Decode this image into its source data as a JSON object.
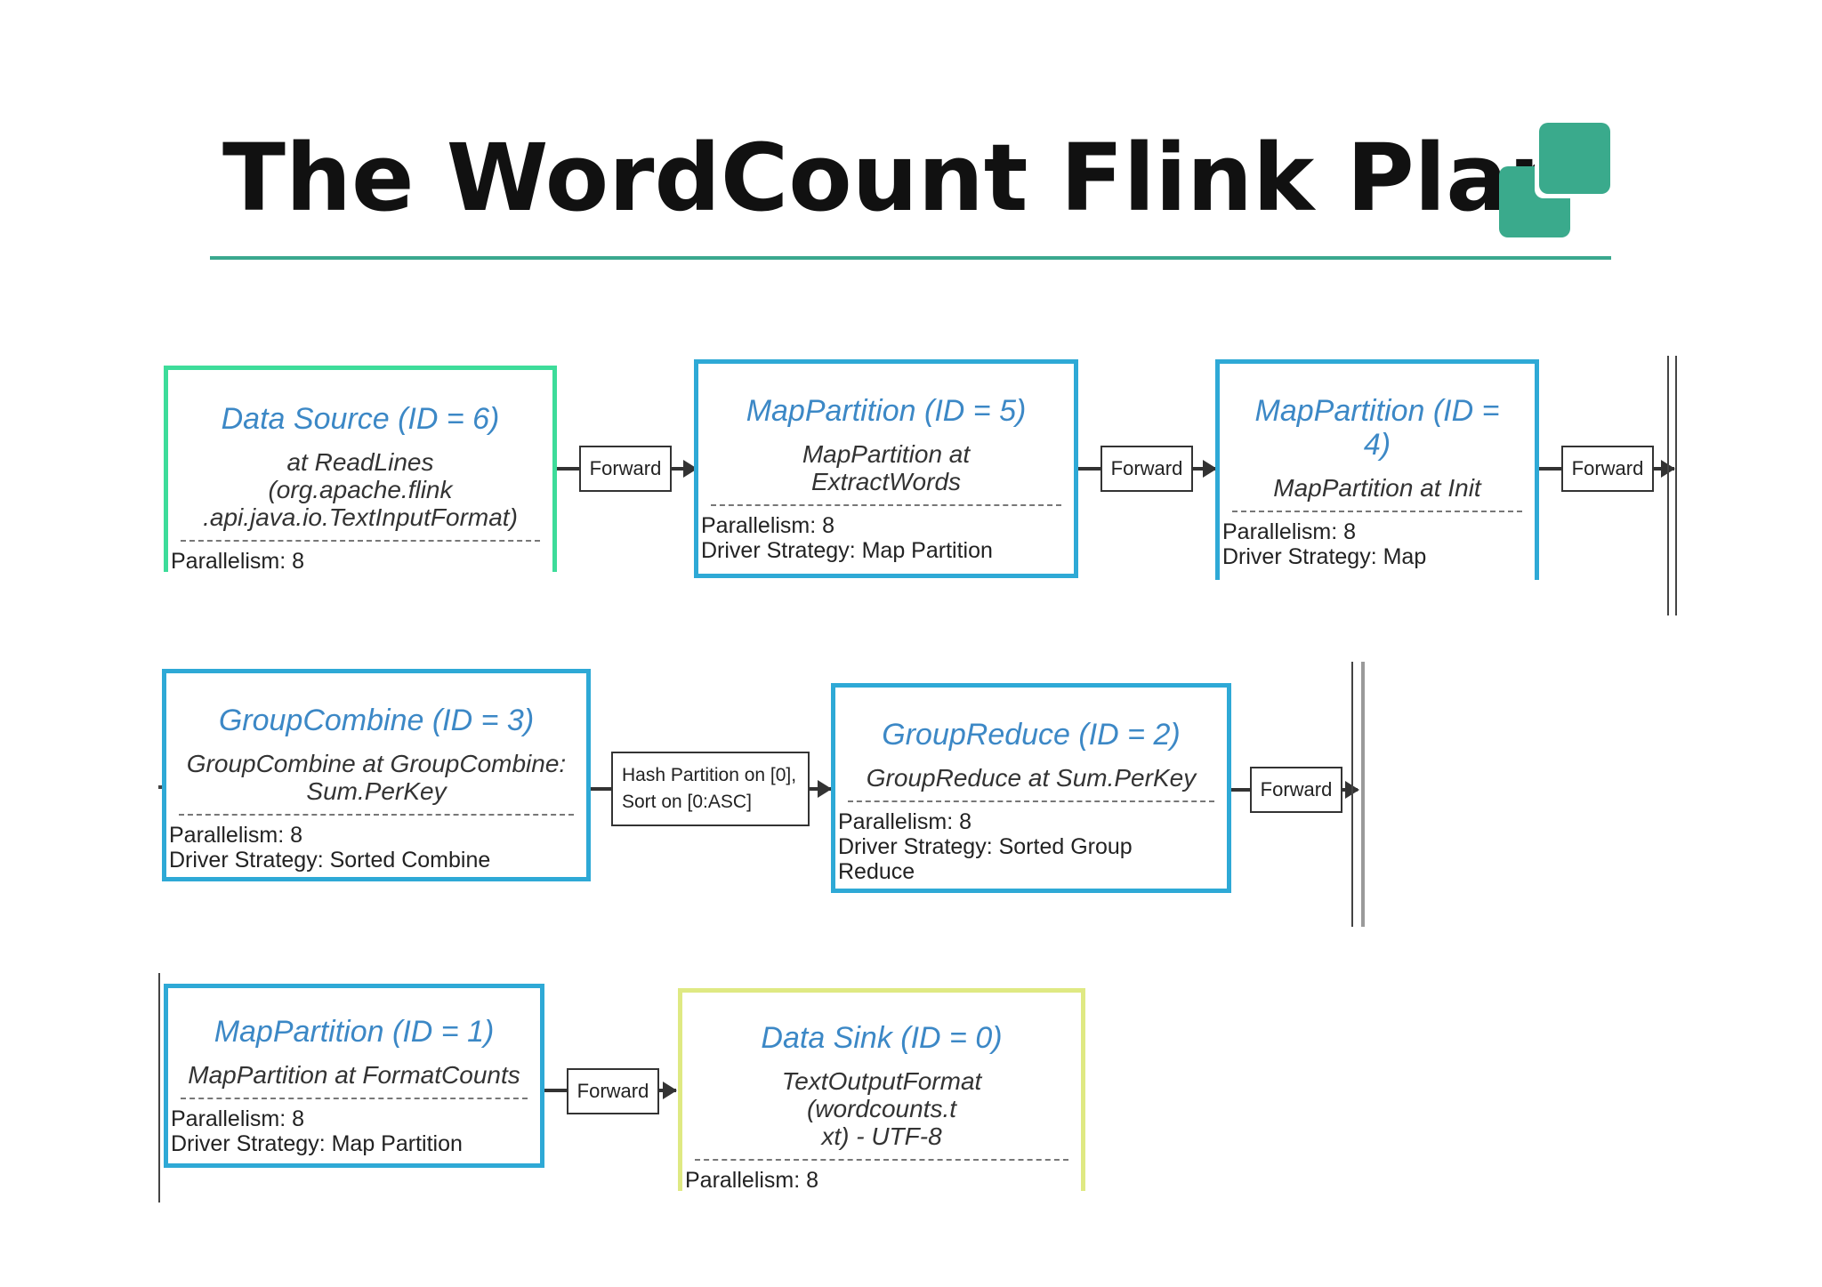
{
  "slide": {
    "title": "The WordCount Flink Plan",
    "accent_color": "#3aa88e"
  },
  "nodes": {
    "n6": {
      "title": "Data Source (ID = 6)",
      "content": [
        "at ReadLines",
        "(org.apache.flink",
        ".api.java.io.TextInputFormat)"
      ],
      "info": [
        "Parallelism: 8"
      ]
    },
    "n5": {
      "title": "MapPartition (ID = 5)",
      "content": [
        "MapPartition at",
        "ExtractWords"
      ],
      "info": [
        "Parallelism: 8",
        "Driver Strategy: Map Partition"
      ]
    },
    "n4": {
      "title": "MapPartition (ID = 4)",
      "content": [
        "MapPartition at Init"
      ],
      "info": [
        "Parallelism: 8",
        "Driver Strategy: Map"
      ]
    },
    "n3": {
      "title": "GroupCombine (ID = 3)",
      "content": [
        "GroupCombine at GroupCombine:",
        "Sum.PerKey"
      ],
      "info": [
        "Parallelism: 8",
        "Driver Strategy: Sorted Combine"
      ]
    },
    "n2": {
      "title": "GroupReduce (ID = 2)",
      "content": [
        "GroupReduce at Sum.PerKey"
      ],
      "info": [
        "Parallelism: 8",
        "Driver Strategy: Sorted Group",
        "Reduce"
      ]
    },
    "n1": {
      "title": "MapPartition (ID = 1)",
      "content": [
        "MapPartition at FormatCounts"
      ],
      "info": [
        "Parallelism: 8",
        "Driver Strategy: Map Partition"
      ]
    },
    "n0": {
      "title": "Data Sink (ID = 0)",
      "content": [
        "TextOutputFormat",
        "(wordcounts.t",
        "xt) - UTF-8"
      ],
      "info": [
        "Parallelism: 8"
      ]
    }
  },
  "edges": {
    "e65": "Forward",
    "e54": "Forward",
    "e4x": "Forward",
    "e32": [
      "Hash Partition on [0],",
      "Sort on [0:ASC]"
    ],
    "e2x": "Forward",
    "e10": "Forward"
  },
  "colors": {
    "operator_border": "#2ea9d6",
    "source_border": "#3ddc9a",
    "sink_border": "#dfe983",
    "node_title": "#3c88c6"
  }
}
